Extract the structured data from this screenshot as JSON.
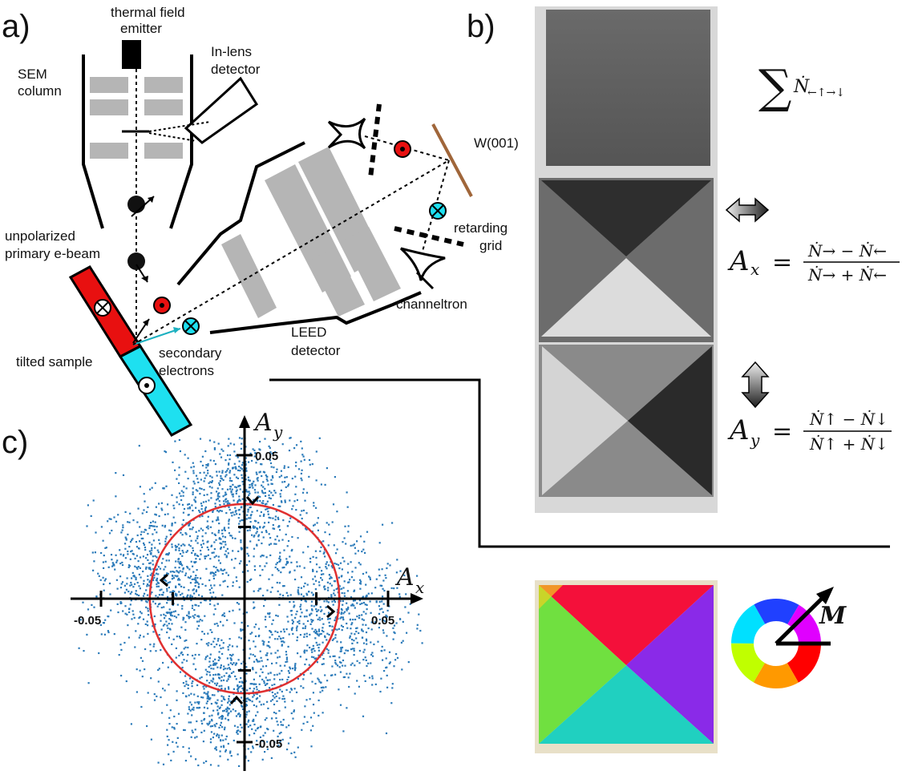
{
  "panel_a": {
    "letter": "a)",
    "labels": {
      "emitter_1": "thermal field",
      "emitter_2": "emitter",
      "sem_1": "SEM",
      "sem_2": "column",
      "inlens_1": "In-lens",
      "inlens_2": "detector",
      "beam_1": "unpolarized",
      "beam_2": "primary e-beam",
      "sample": "tilted sample",
      "secondary_1": "secondary",
      "secondary_2": "electrons",
      "leed_1": "LEED",
      "leed_2": "detector",
      "crystal": "W(001)",
      "grid_1": "retarding",
      "grid_2": "grid",
      "channeltron": "channeltron"
    }
  },
  "panel_b": {
    "letter": "b)",
    "sum_sub": "←↑→↓",
    "ax_lhs": "A",
    "ax_lhs_sub": "x",
    "ax_num": "Ṅ→ − Ṅ←",
    "ax_den": "Ṅ→ + Ṅ←",
    "ay_lhs": "A",
    "ay_lhs_sub": "y",
    "ay_num": "Ṅ↑ − Ṅ↓",
    "ay_den": "Ṅ↑ + Ṅ↓",
    "vector_label": "M"
  },
  "panel_c": {
    "letter": "c)",
    "x_axis_label": "A",
    "x_axis_sub": "x",
    "y_axis_label": "A",
    "y_axis_sub": "y",
    "tick_labels": {
      "x_neg": "-0.05",
      "x_pos": "0.05",
      "y_pos": "0.05",
      "y_neg": "-0.05"
    }
  },
  "chart_data": {
    "type": "scatter",
    "x_range": [
      -0.05,
      0.05
    ],
    "y_range": [
      -0.05,
      0.05
    ],
    "point_color": "#2b7bba",
    "circle_color": "#e03030",
    "circle_radius": 0.033,
    "cluster_centers": [
      {
        "x": 0.0,
        "y": 0.035
      },
      {
        "x": -0.03,
        "y": 0.008
      },
      {
        "x": 0.03,
        "y": -0.005
      },
      {
        "x": -0.005,
        "y": -0.033
      }
    ],
    "approx_point_count": 3000
  }
}
